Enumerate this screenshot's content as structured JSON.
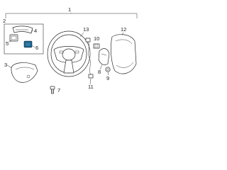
{
  "callouts": {
    "assembly": "1",
    "inset_box": "2",
    "lower_trim": "3",
    "bracket": "4",
    "switch_left": "5",
    "switch_selected": "6",
    "fastener": "7",
    "pad_right": "8",
    "clip": "9",
    "connector": "10",
    "harness": "11",
    "trim_right": "12",
    "wheel": "13"
  },
  "colors": {
    "highlight": "#1f5b80",
    "line": "#2a2a2a"
  }
}
